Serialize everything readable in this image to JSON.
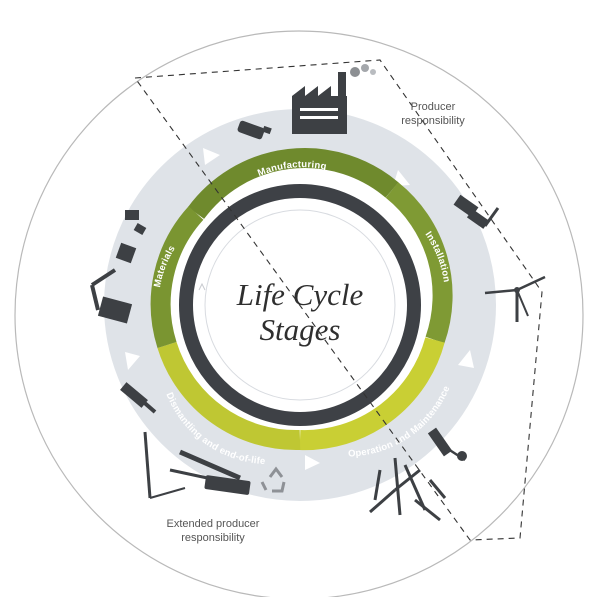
{
  "center": {
    "line1": "Life Cycle",
    "line2": "Stages"
  },
  "segments": [
    {
      "label": "Manufacturing",
      "color": "#6f8a2d"
    },
    {
      "label": "Installation",
      "color": "#7f9a34"
    },
    {
      "label": "Operation and Maintenance",
      "color": "#c9cf34"
    },
    {
      "label": "Dismantling and end-of-life",
      "color": "#bfc733"
    },
    {
      "label": "Materials",
      "color": "#7a9531"
    }
  ],
  "responsibility": {
    "producer": [
      "Producer",
      "responsibility"
    ],
    "extended": [
      "Extended producer",
      "responsibility"
    ]
  },
  "colors": {
    "outer_band": "#dfe3e8",
    "dark_ring": "#3e4146",
    "outer_circle": "#b9b9b9",
    "dashed_line": "#333333"
  },
  "icons": [
    "factory-icon",
    "pipe-segment-icon",
    "transport-truck-icon",
    "wind-turbine-icon",
    "maintenance-tool-icon",
    "turbine-blades-cluster-icon",
    "recycle-icon",
    "demolition-crane-icon",
    "container-icon",
    "excavator-icon"
  ]
}
